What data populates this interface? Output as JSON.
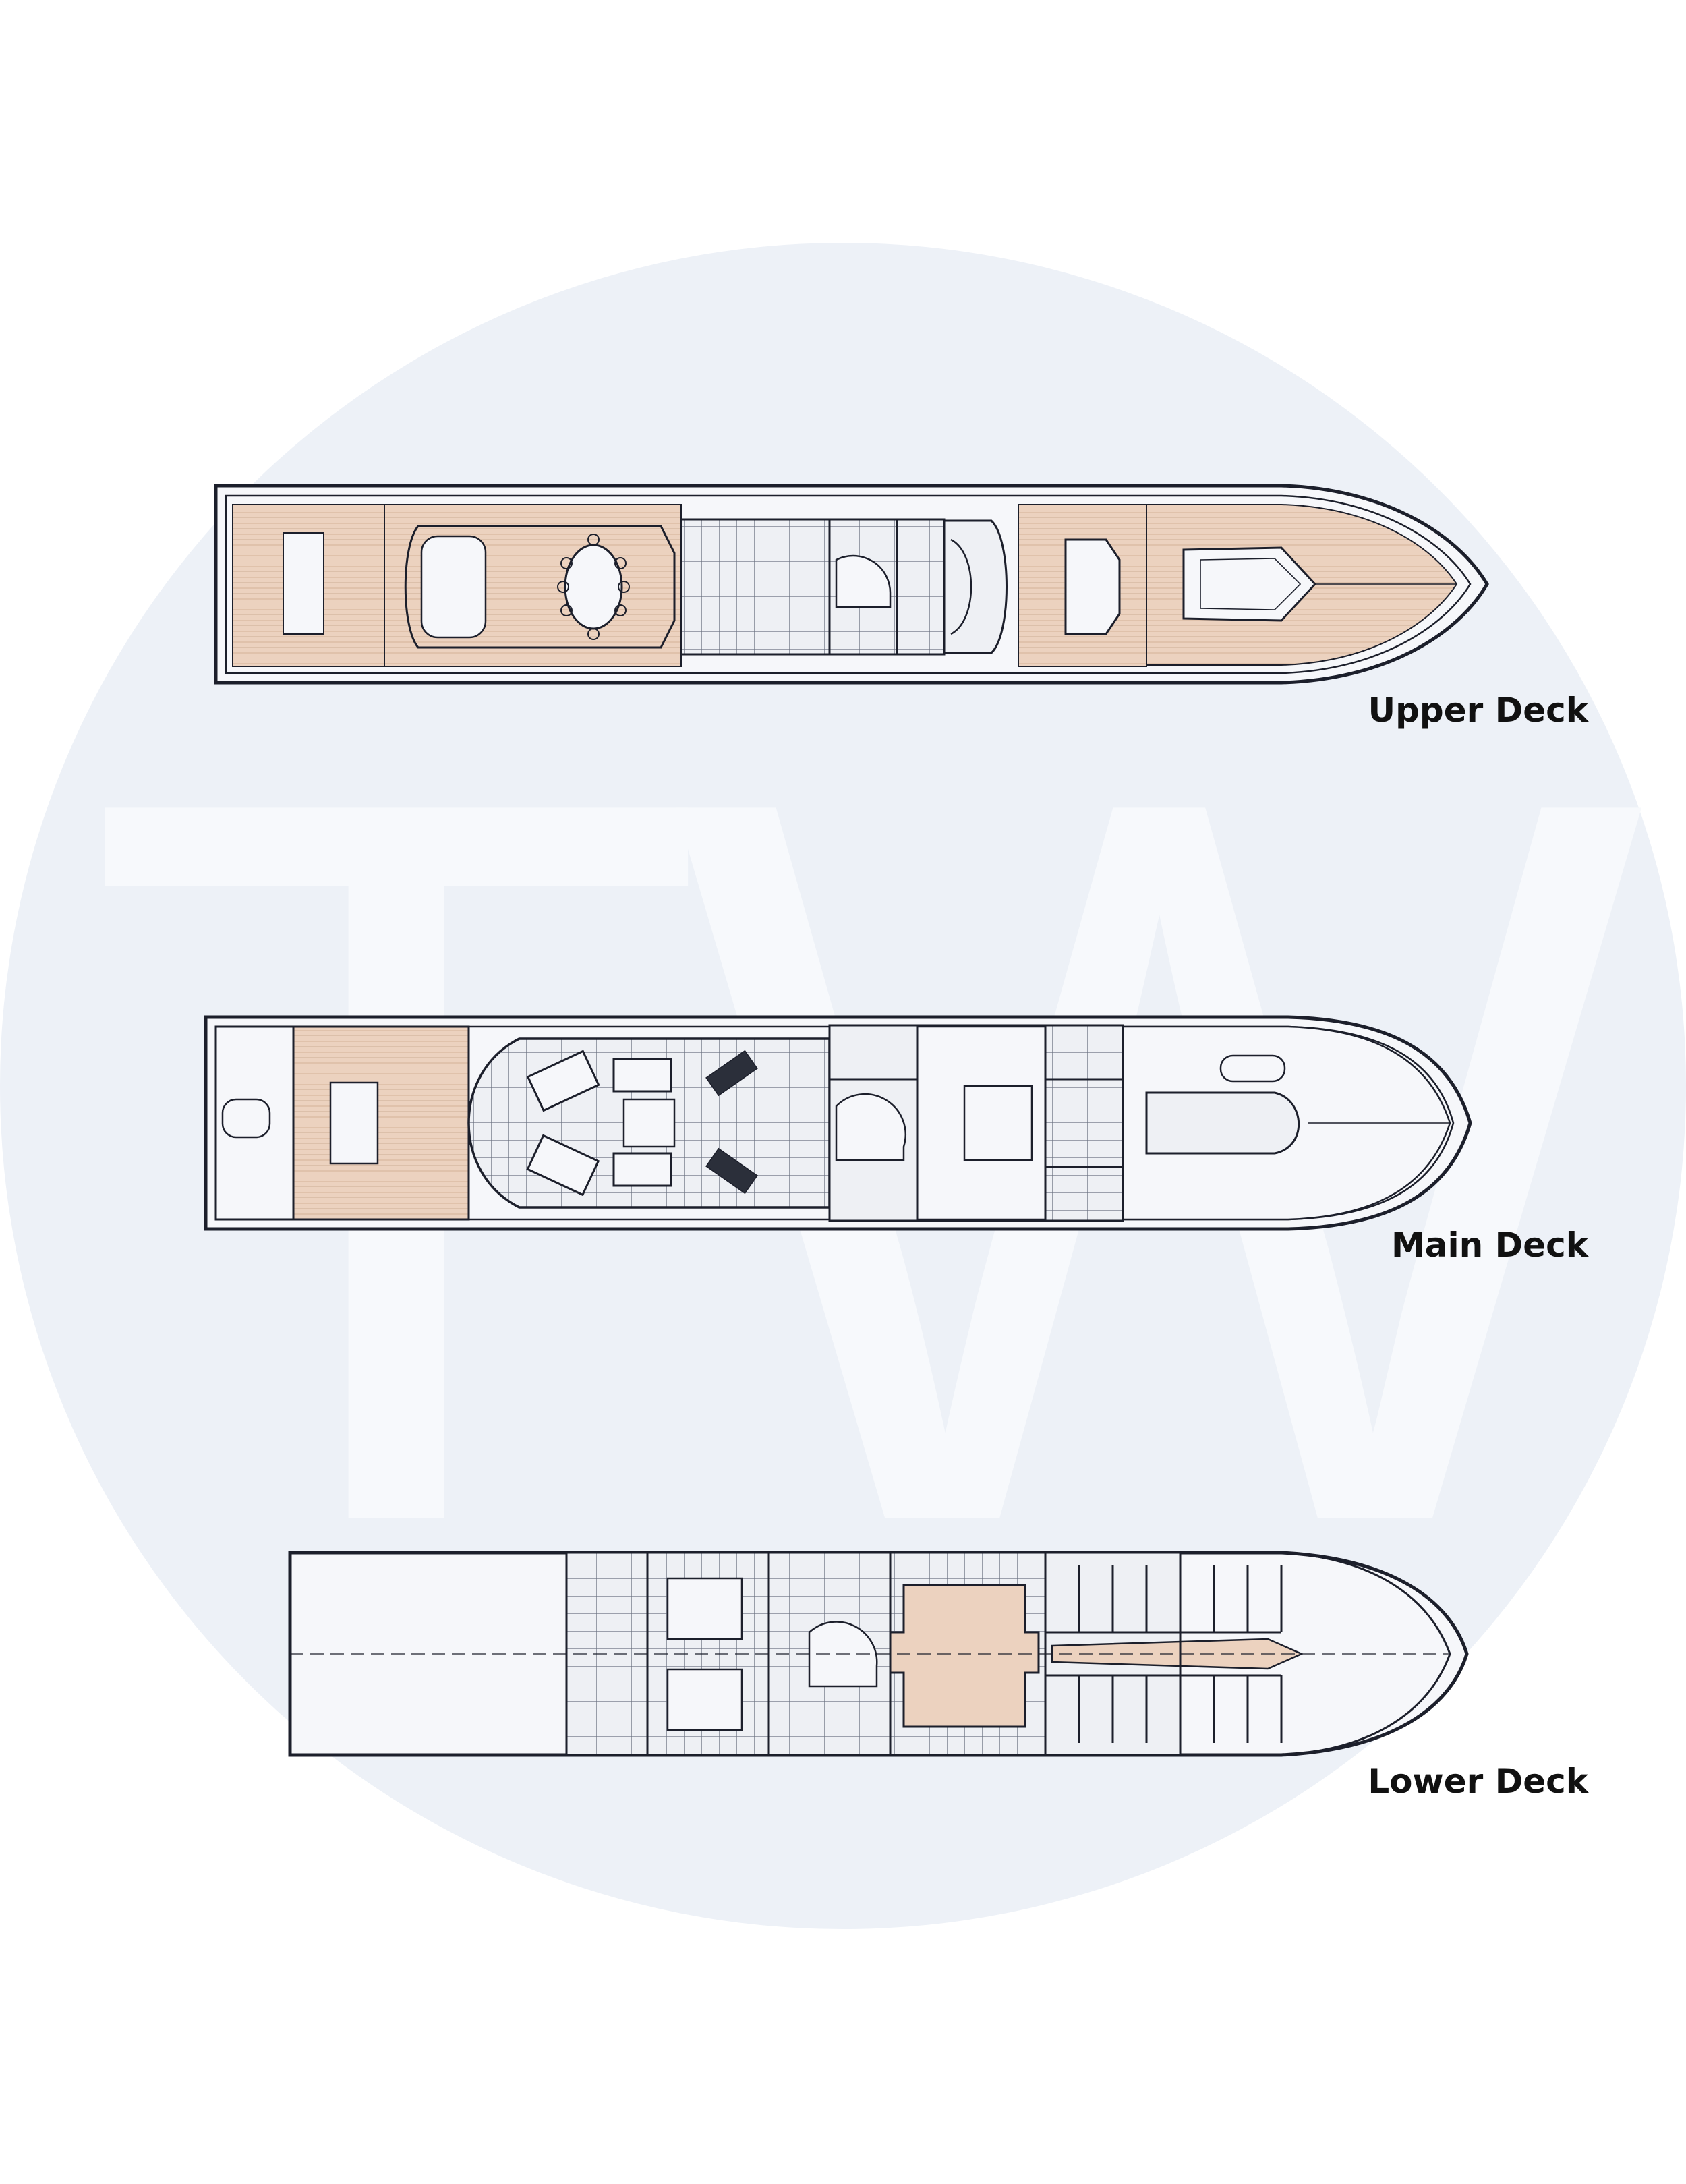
{
  "watermark": {
    "letters": "TW",
    "circle_color": "#edf1f7",
    "letter_color": "#f7f9fc"
  },
  "decks": [
    {
      "id": "upper",
      "label": "Upper Deck"
    },
    {
      "id": "main",
      "label": "Main Deck"
    },
    {
      "id": "lower",
      "label": "Lower Deck"
    }
  ],
  "colors": {
    "line": "#1c1f2b",
    "teak": "#ecd2bf",
    "hull_fill": "#f6f7fa",
    "grid": "#6a7080",
    "tile_fill": "#eef0f4"
  }
}
